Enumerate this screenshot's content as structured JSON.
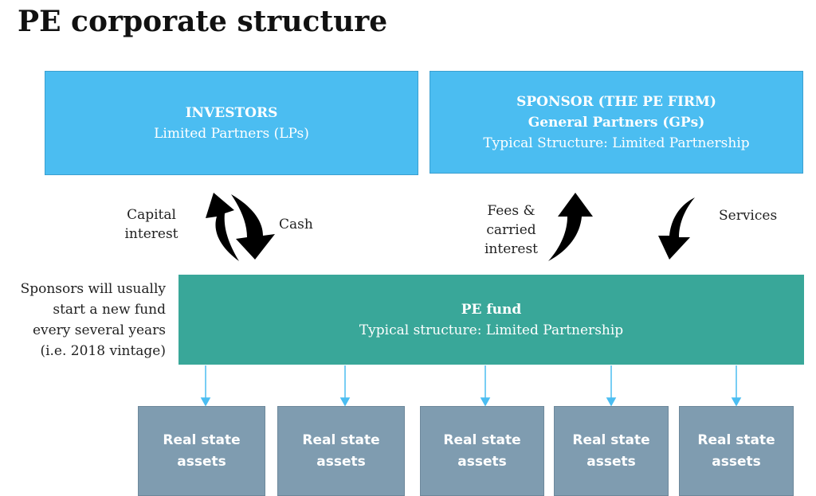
{
  "title": "PE corporate structure",
  "investors": {
    "heading": "INVESTORS",
    "subtitle": "Limited Partners (LPs)"
  },
  "sponsor": {
    "heading": "SPONSOR (THE PE FIRM)",
    "line2": "General Partners (GPs)",
    "line3": "Typical Structure: Limited Partnership"
  },
  "fund": {
    "heading": "PE fund",
    "subtitle": "Typical structure: Limited Partnership"
  },
  "labels": {
    "capital": [
      "Capital",
      "interest"
    ],
    "cash": "Cash",
    "fees": [
      "Fees &",
      "carried",
      "interest"
    ],
    "services": "Services",
    "note": [
      "Sponsors will usually",
      "start a new fund",
      "every several years",
      "(i.e. 2018 vintage)"
    ]
  },
  "assets": [
    {
      "line1": "Real state",
      "line2": "assets"
    },
    {
      "line1": "Real state",
      "line2": "assets"
    },
    {
      "line1": "Real state",
      "line2": "assets"
    },
    {
      "line1": "Real state",
      "line2": "assets"
    },
    {
      "line1": "Real state",
      "line2": "assets"
    }
  ],
  "colors": {
    "investor_box": "#4bbdf1",
    "fund_box": "#39a799",
    "asset_box": "#7f9cb0",
    "connector": "#4bbdf1",
    "arrow": "#000000"
  }
}
